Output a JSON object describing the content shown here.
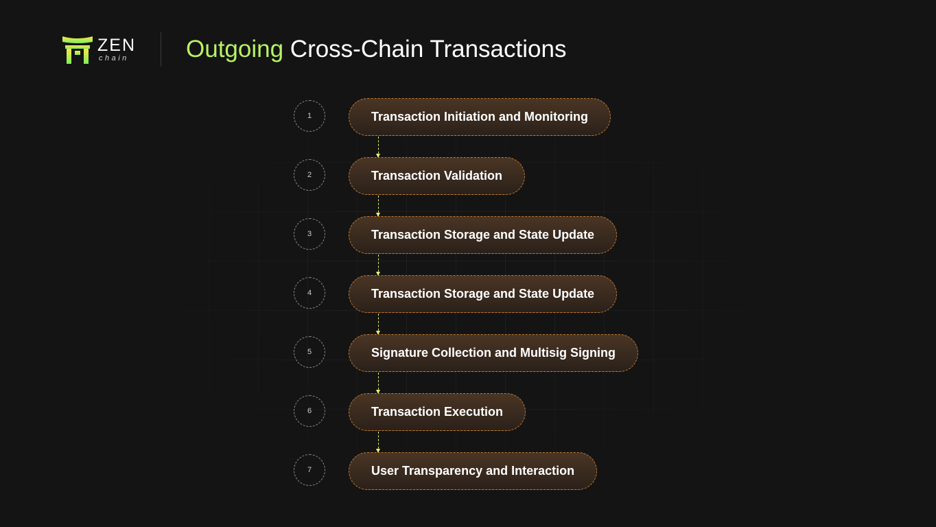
{
  "brand": {
    "name": "ZEN",
    "sub": "chain",
    "colors": {
      "accent": "#b7f266",
      "logo_gradient": [
        "#ffe34a",
        "#7ef05a"
      ]
    }
  },
  "title": {
    "accent": "Outgoing",
    "rest": " Cross-Chain Transactions"
  },
  "colors": {
    "background": "#141414",
    "pill_border": "#c07a2e",
    "pill_fill": "#3a2a1e",
    "connector": "#f0f07a"
  },
  "steps": [
    {
      "number": "1",
      "label": "Transaction Initiation and Monitoring"
    },
    {
      "number": "2",
      "label": "Transaction Validation"
    },
    {
      "number": "3",
      "label": "Transaction Storage and State Update"
    },
    {
      "number": "4",
      "label": "Transaction Storage and State Update"
    },
    {
      "number": "5",
      "label": "Signature Collection and Multisig Signing"
    },
    {
      "number": "6",
      "label": "Transaction Execution"
    },
    {
      "number": "7",
      "label": "User Transparency and Interaction"
    }
  ]
}
